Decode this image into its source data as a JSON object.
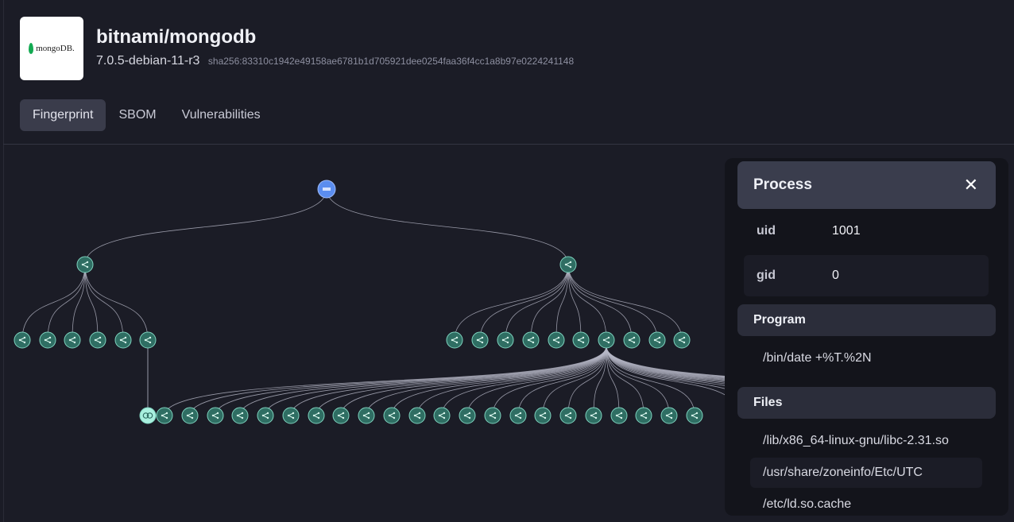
{
  "header": {
    "logo_text": "mongoDB.",
    "title": "bitnami/mongodb",
    "version": "7.0.5-debian-11-r3",
    "sha": "sha256:83310c1942e49158ae6781b1d705921dee0254faa36f4cc1a8b97e0224241148"
  },
  "tabs": [
    {
      "label": "Fingerprint",
      "active": true
    },
    {
      "label": "SBOM",
      "active": false
    },
    {
      "label": "Vulnerabilities",
      "active": false
    }
  ],
  "graph": {
    "root_icon": "container-icon",
    "node_icon": "share-icon",
    "link_icon": "link-icon",
    "colors": {
      "root": "#5b8def",
      "node": "#2f6e63",
      "node_stroke": "#7fd3bf",
      "link_node": "#a9f0df",
      "edge": "#b7b8c7"
    }
  },
  "panel": {
    "title": "Process",
    "fields": [
      {
        "key": "uid",
        "value": "1001"
      },
      {
        "key": "gid",
        "value": "0"
      }
    ],
    "program_header": "Program",
    "program": "/bin/date +%T.%2N",
    "files_header": "Files",
    "files": [
      "/lib/x86_64-linux-gnu/libc-2.31.so",
      "/usr/share/zoneinfo/Etc/UTC",
      "/etc/ld.so.cache"
    ]
  }
}
